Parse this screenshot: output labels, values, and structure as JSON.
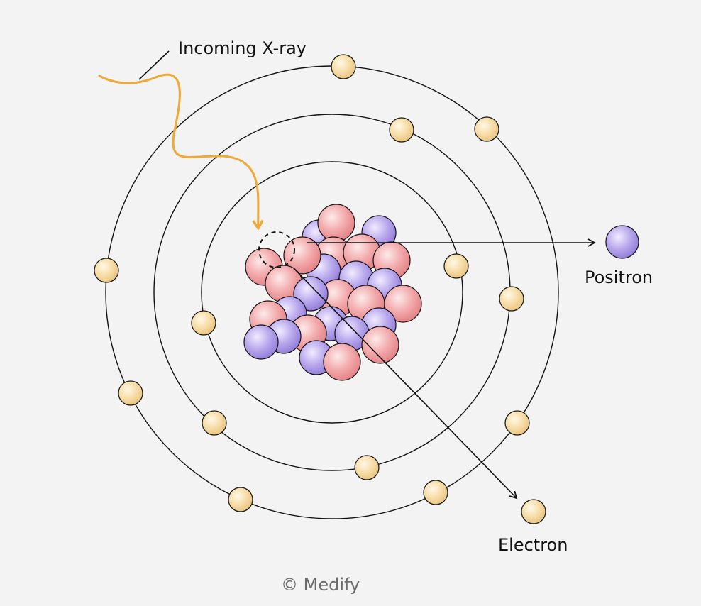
{
  "labels": {
    "incoming": "Incoming X-ray",
    "positron": "Positron",
    "electron": "Electron",
    "copyright": "© Medify"
  },
  "colors": {
    "background": "#f3f3f3",
    "orbit": "#111111",
    "xray": "#f0a836",
    "electron_fill": "#f6dca6",
    "proton_fill": "#f2a8aa",
    "neutron_fill": "#b7a6ec",
    "copyright_text": "#6b6b6b"
  },
  "icons": {
    "xray": "wavy-arrow-icon",
    "electron": "electron-ball-icon",
    "positron": "positron-ball-icon",
    "vacancy": "dashed-circle-icon"
  }
}
